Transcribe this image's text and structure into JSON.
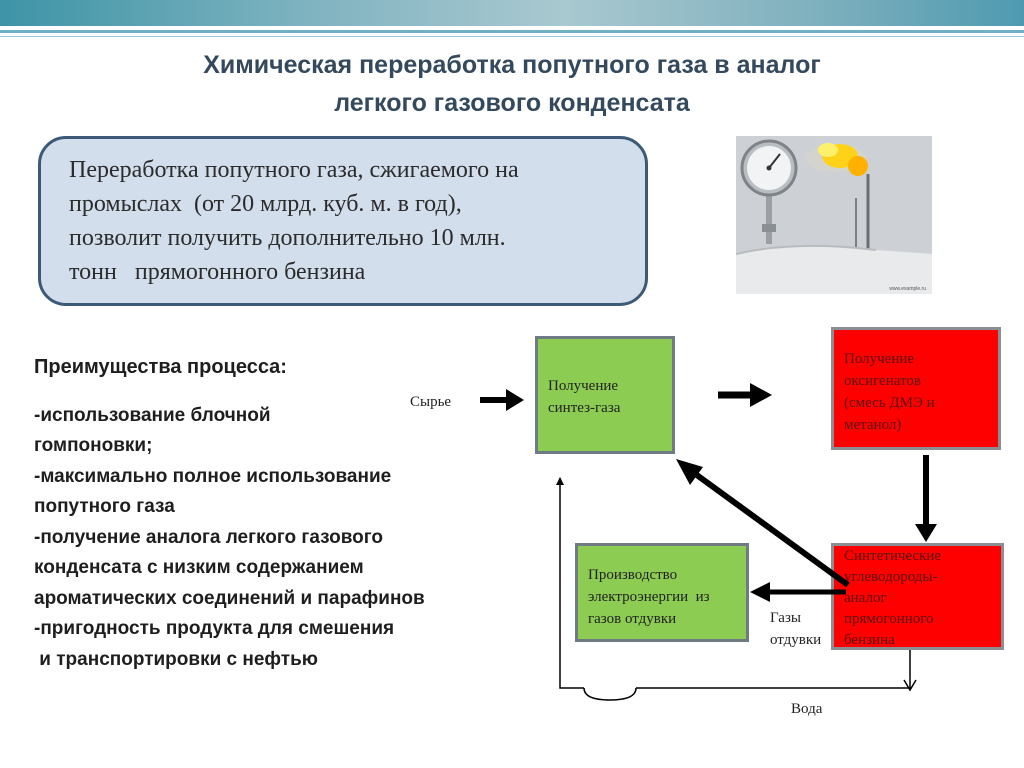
{
  "title": {
    "line1": "Химическая переработка попутного газа в аналог",
    "line2": "легкого газового конденсата"
  },
  "callout": {
    "lines": [
      "Переработка попутного газа, сжигаемого на",
      "промыслах  (от 20 млрд. куб. м. в год),",
      "позволит получить дополнительно 10 млн.",
      "тонн   прямогонного бензина"
    ]
  },
  "photo": {
    "watermark": "www.example.ru"
  },
  "advantages": {
    "heading": "Преимущества процесса:",
    "lines": [
      "-использование блочной",
      "гомпоновки;",
      "-максимально полное использование",
      "попутного газа",
      "-получение аналога легкого газового",
      "конденсата с низким содержанием",
      "ароматических соединений и парафинов",
      "-пригодность продукта для смешения",
      " и транспортировки с нефтью"
    ]
  },
  "diagram": {
    "syngas": [
      "Получение",
      "синтез-газа"
    ],
    "oxygenates": [
      "Получение",
      "оксигенатов",
      "(смесь ДМЭ и",
      "метанол)"
    ],
    "power": [
      "Производство",
      "электроэнергии  из",
      "газов отдувки"
    ],
    "synthetic": [
      "Синтетические",
      "углеводороды-",
      "аналог",
      "прямогонного",
      "бензина"
    ],
    "label_feed": "Сырье",
    "label_purge_gas": [
      "Газы",
      "отдувки"
    ],
    "label_water": "Вода",
    "colors": {
      "green": "#8ccc52",
      "red": "#ff0000",
      "arrow": "#000000"
    }
  }
}
